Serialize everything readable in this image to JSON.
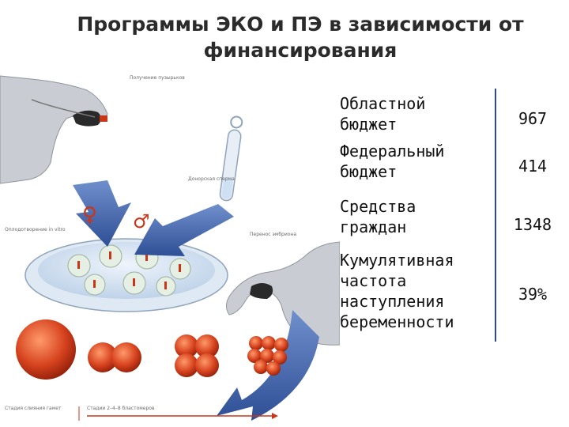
{
  "slide": {
    "title_line1": "Программы ЭКО и ПЭ в зависимости от",
    "title_line2": "финансирования"
  },
  "stats": [
    {
      "label": "Областной\nбюджет",
      "value": "967"
    },
    {
      "label": "Федеральный\nбюджет",
      "value": "414"
    },
    {
      "label": "Средства\nграждан",
      "value": "1348"
    },
    {
      "label": "Кумулятивная\nчастота\nнаступления\nбеременности",
      "value": "39%"
    }
  ],
  "illustration": {
    "caption_egg_retrieval": "Получение пузырьков",
    "caption_donor_sperm": "Донорская сперма",
    "caption_fertilization": "Оплодотворение in vitro",
    "caption_transfer": "Перенос эмбриона",
    "caption_fusion": "Стадия слияния гамет",
    "caption_cleavage": "Стадии 2–4–8 бластомеров",
    "female_symbol": "♀",
    "male_symbol": "♂",
    "colors": {
      "arrow_blue": "#3f63a8",
      "embryo_red": "#c8361a",
      "uterus_gray": "#c9cdd3",
      "dish_blue": "#b7cde6",
      "divider": "#2f4a7a"
    }
  }
}
